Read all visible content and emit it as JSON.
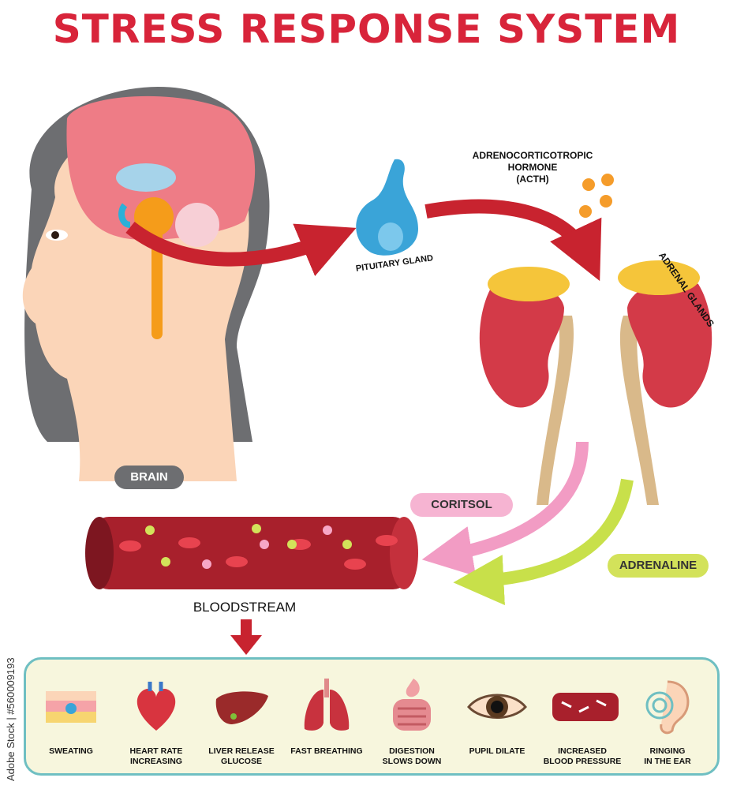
{
  "title": "STRESS RESPONSE SYSTEM",
  "labels": {
    "brain": "BRAIN",
    "pituitary": "PITUITARY GLAND",
    "acth_line1": "ADRENOCORTICOTROPIC",
    "acth_line2": "HORMONE",
    "acth_line3": "(ACTH)",
    "adrenal": "ADRENAL GLANDS",
    "cortisol": "CORITSOL",
    "adrenaline": "ADRENALINE",
    "bloodstream": "BLOODSTREAM"
  },
  "watermark": "Adobe Stock | #560009193",
  "effects": [
    {
      "label": "SWEATING",
      "icon": "skin-icon"
    },
    {
      "label": "HEART RATE\nINCREASING",
      "icon": "heart-icon"
    },
    {
      "label": "LIVER RELEASE\nGLUCOSE",
      "icon": "liver-icon"
    },
    {
      "label": "FAST BREATHING",
      "icon": "lungs-icon"
    },
    {
      "label": "DIGESTION\nSLOWS DOWN",
      "icon": "digestive-icon"
    },
    {
      "label": "PUPIL DILATE",
      "icon": "eye-icon"
    },
    {
      "label": "INCREASED\nBLOOD PRESSURE",
      "icon": "blood-vessel-icon"
    },
    {
      "label": "RINGING\nIN THE EAR",
      "icon": "ear-icon"
    }
  ],
  "colors": {
    "title": "#d8243a",
    "arrow": "#c8232f",
    "cortisol": "#f29cc4",
    "adrenaline": "#c8e04a",
    "panel_border": "#6fbfc2",
    "panel_bg": "#f7f6dd"
  }
}
